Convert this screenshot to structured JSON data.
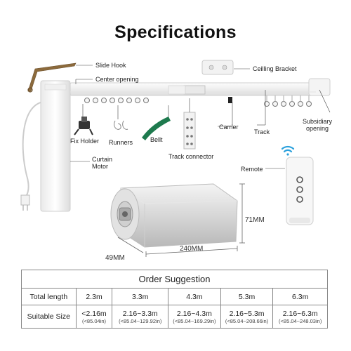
{
  "title": "Specifications",
  "labels": {
    "slide_hook": "Slide Hook",
    "center_opening": "Center opening",
    "ceiling_bracket": "Ceilling Bracket",
    "fix_holder": "Fix Holder",
    "runners": "Runners",
    "bellt": "Bellt",
    "carrier": "Carrier",
    "track": "Track",
    "subsidiary_opening_1": "Subsidiary",
    "subsidiary_opening_2": "opening",
    "track_connector": "Track connector",
    "curtain_motor_1": "Curtain",
    "curtain_motor_2": "Motor",
    "remote": "Remote"
  },
  "dimensions": {
    "height": "71MM",
    "length": "240MM",
    "depth": "49MM"
  },
  "order_table": {
    "title": "Order Suggestion",
    "row1": {
      "header": "Total length",
      "values": [
        "2.3m",
        "3.3m",
        "4.3m",
        "5.3m",
        "6.3m"
      ]
    },
    "row2": {
      "header": "Suitable Size",
      "metric": [
        "<2.16m",
        "2.16~3.3m",
        "2.16~4.3m",
        "2.16~5.3m",
        "2.16~6.3m"
      ],
      "imperial": [
        "(<85.04in)",
        "(<85.04~129.92in)",
        "(<85.04~169.29in)",
        "(<85.04~208.66in)",
        "(<85.04~248.03in)"
      ]
    }
  },
  "colors": {
    "belt": "#1e7a4e",
    "wifi": "#2aa0dc",
    "line": "#444444"
  }
}
